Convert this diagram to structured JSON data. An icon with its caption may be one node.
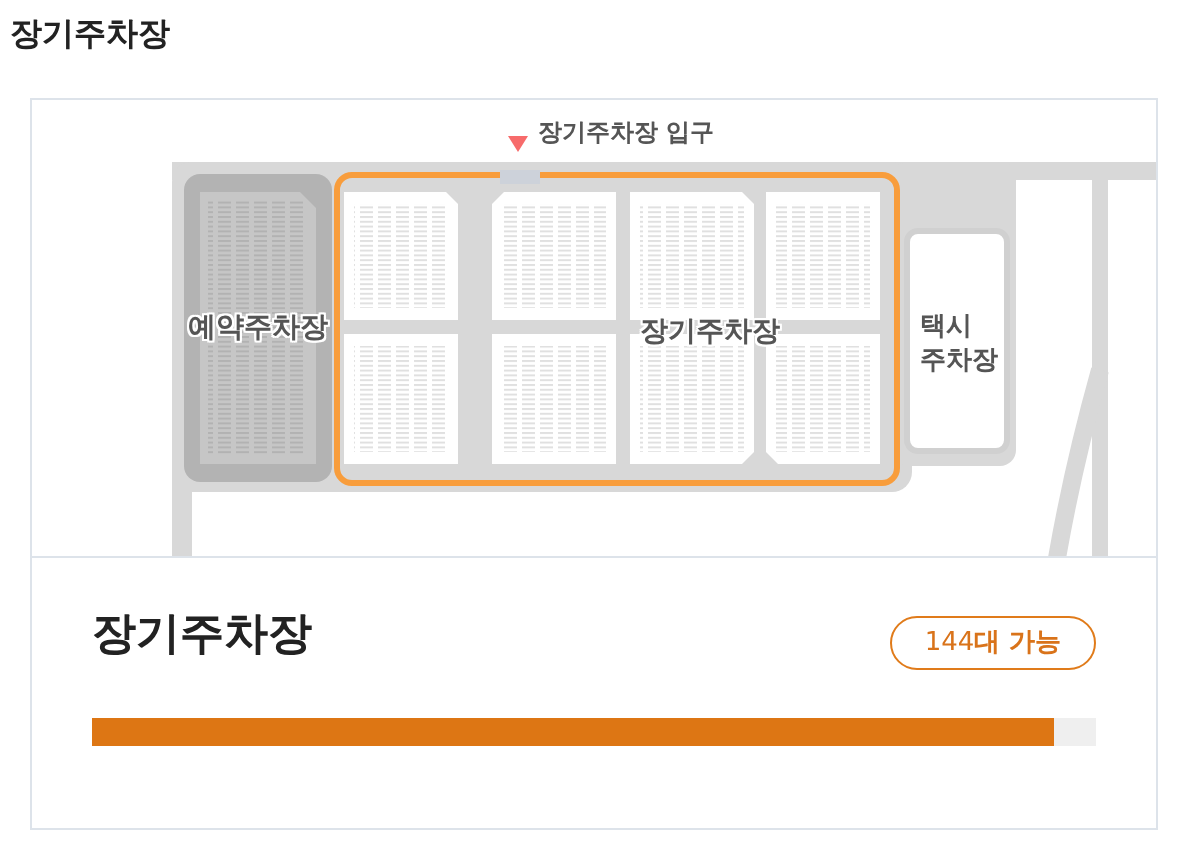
{
  "diagram": {
    "title": "장기주차장",
    "nodes": [
      {
        "text": [
          "예약주차장"
        ]
      },
      {
        "text": [
          "장기주차장"
        ]
      },
      {
        "text": [
          "택시 주차장"
        ]
      }
    ],
    "labels": [
      "장기주차장 입구",
      "장기주차장",
      "144**대 가능**"
    ]
  }
}
